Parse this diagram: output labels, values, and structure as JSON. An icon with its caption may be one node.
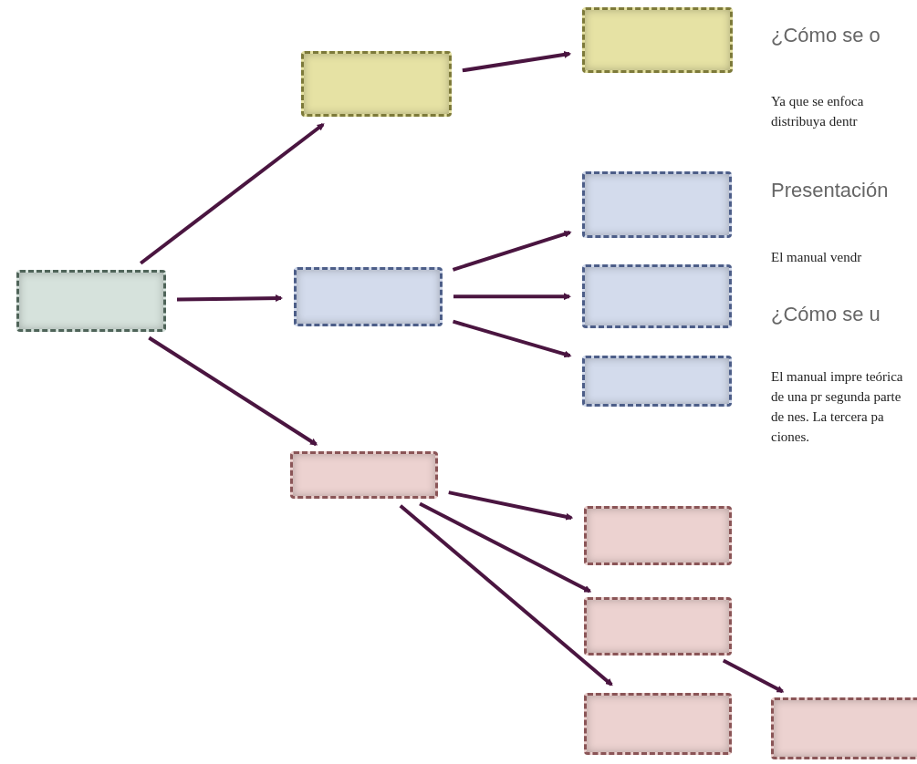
{
  "diagram": {
    "nodes": [
      {
        "text": [],
        "shape": "box"
      },
      {
        "text": [],
        "shape": "box"
      },
      {
        "text": [],
        "shape": "box"
      },
      {
        "text": [],
        "shape": "box"
      },
      {
        "text": [],
        "shape": "box"
      },
      {
        "text": [],
        "shape": "box"
      },
      {
        "text": [],
        "shape": "box"
      },
      {
        "text": [],
        "shape": "box"
      },
      {
        "text": [],
        "shape": "box"
      },
      {
        "text": [],
        "shape": "box"
      },
      {
        "text": [],
        "shape": "box"
      },
      {
        "text": [],
        "shape": "box"
      }
    ],
    "edges": [
      {
        "from": 0,
        "to": 1,
        "arrow": "to"
      },
      {
        "from": 0,
        "to": 2,
        "arrow": "to"
      },
      {
        "from": 0,
        "to": 3,
        "arrow": "to"
      },
      {
        "from": 1,
        "to": 4,
        "arrow": "to"
      },
      {
        "from": 2,
        "to": 5,
        "arrow": "to"
      },
      {
        "from": 2,
        "to": 6,
        "arrow": "to"
      },
      {
        "from": 2,
        "to": 7,
        "arrow": "to"
      },
      {
        "from": 3,
        "to": 8,
        "arrow": "to"
      },
      {
        "from": 3,
        "to": 9,
        "arrow": "to"
      },
      {
        "from": 3,
        "to": 10,
        "arrow": "to"
      },
      {
        "from": 9,
        "to": 11,
        "arrow": "to"
      }
    ],
    "labels": [
      "¿Cómo se o",
      "Ya que se enfoca distribuya dentr",
      "Presentación",
      "El manual vendr",
      "¿Cómo se u",
      "El manual impre teórica de una pr segunda parte de nes. La tercera pa ciones."
    ]
  }
}
